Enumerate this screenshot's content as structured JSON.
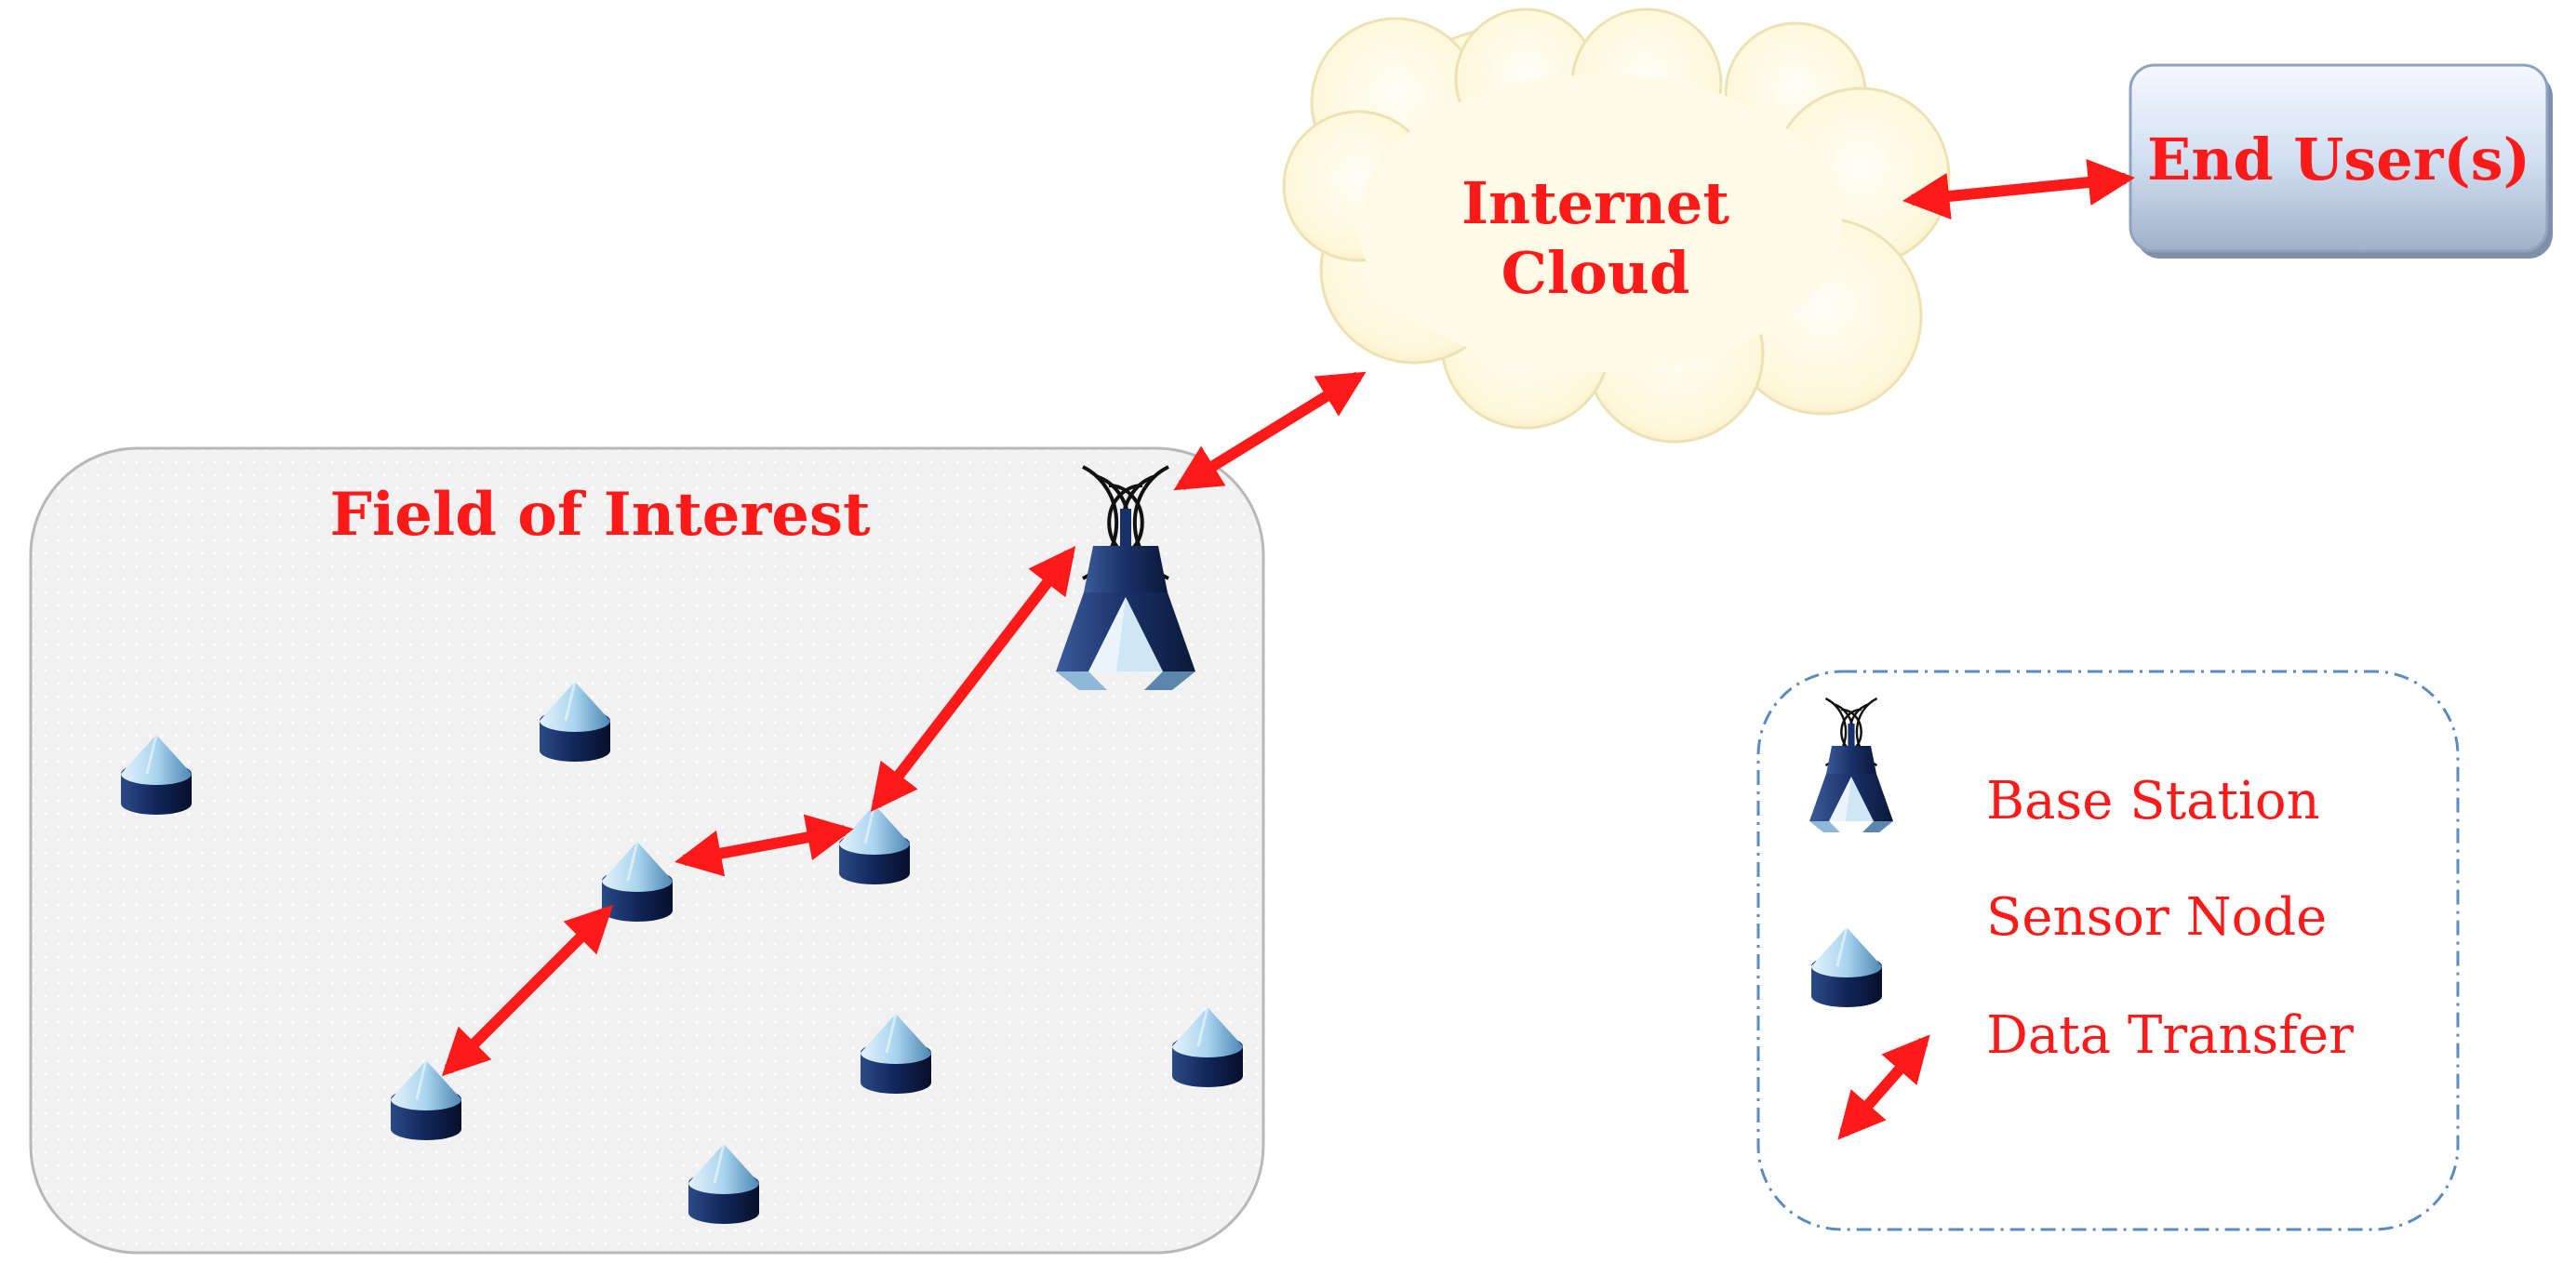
{
  "diagram": {
    "field_label": "Field of Interest",
    "cloud_label_line1": "Internet",
    "cloud_label_line2": "Cloud",
    "end_user_label": "End User(s)",
    "legend": {
      "base_station": "Base Station",
      "sensor_node": "Sensor Node",
      "data_transfer": "Data Transfer"
    },
    "colors": {
      "accent": "#ff1a1a",
      "node_dark": "#0f1f4a",
      "node_light": "#a9d4ee",
      "cloud_fill": "#fffbe6",
      "field_fill": "#f1f1f1"
    }
  }
}
